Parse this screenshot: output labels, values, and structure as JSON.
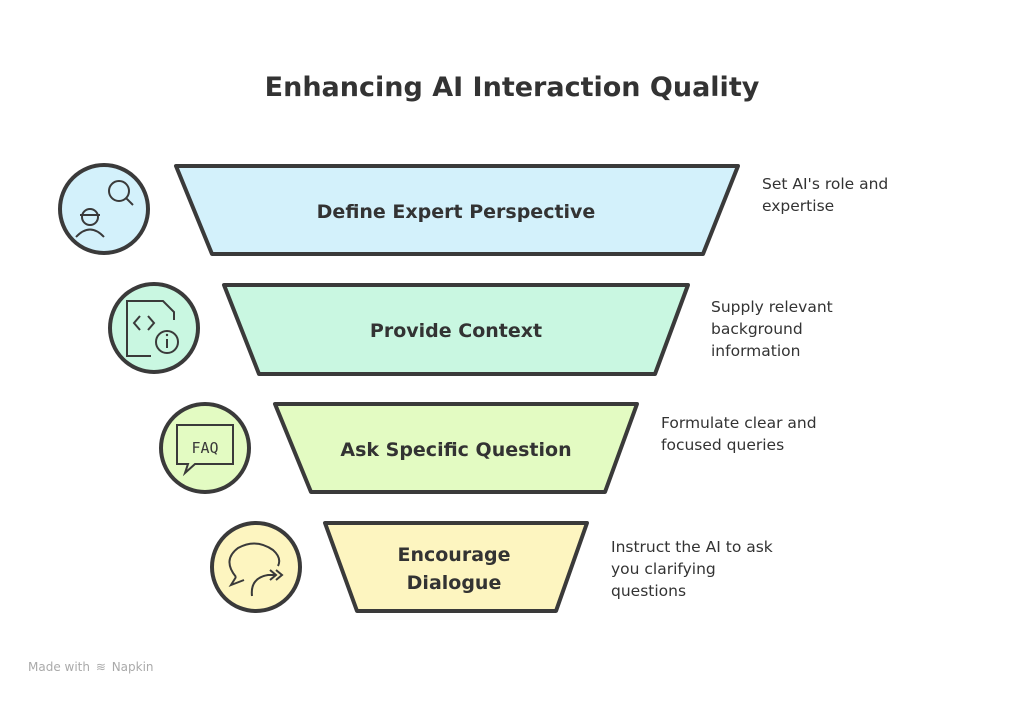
{
  "title": "Enhancing AI Interaction Quality",
  "stages": [
    {
      "label": [
        "Define Expert Perspective"
      ],
      "description": "Set AI's role and\nexpertise",
      "icon": "expert-search-icon",
      "color": "#d3f1fb"
    },
    {
      "label": [
        "Provide Context"
      ],
      "description": "Supply relevant\nbackground\ninformation",
      "icon": "code-document-info-icon",
      "color": "#c9f7e1"
    },
    {
      "label": [
        "Ask Specific Question"
      ],
      "description": "Formulate clear and\nfocused queries",
      "icon": "faq-icon",
      "color": "#e3fbc2"
    },
    {
      "label": [
        "Encourage",
        "Dialogue"
      ],
      "description": "Instruct the AI to ask\nyou clarifying\nquestions",
      "icon": "dialogue-icon",
      "color": "#fdf5c0"
    }
  ],
  "footer": {
    "made_with": "Made with",
    "brand": "Napkin"
  },
  "stroke_color": "#3a3a3a"
}
